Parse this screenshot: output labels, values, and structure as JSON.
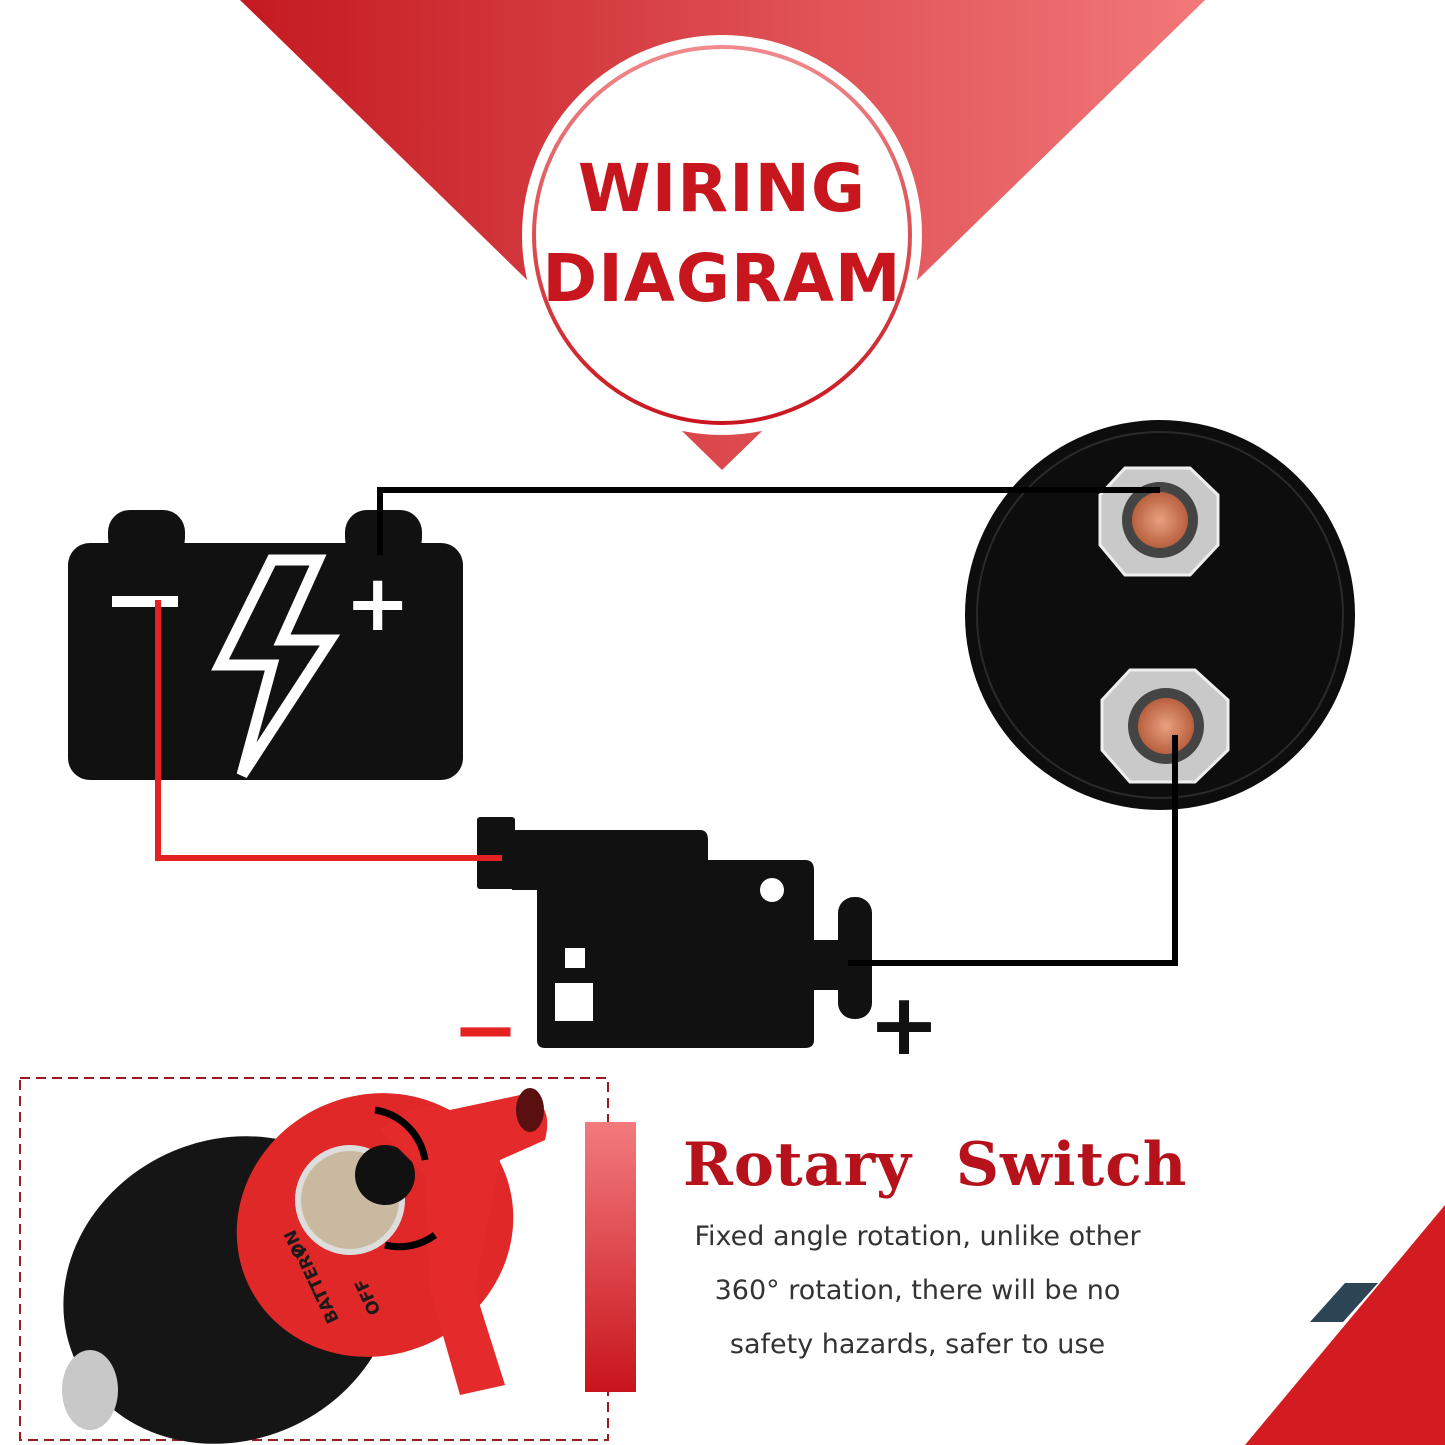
{
  "header": {
    "title_line1": "WIRING",
    "title_line2": "DIAGRAM"
  },
  "diagram": {
    "battery_minus": "−",
    "battery_plus": "+",
    "switch_minus": "−",
    "switch_plus": "+",
    "wire_colors": {
      "negative": "#e52222",
      "positive": "#000000"
    }
  },
  "feature": {
    "title": "Rotary  Switch",
    "description": [
      "Fixed angle rotation, unlike other",
      "360° rotation, there will be no",
      "safety hazards, safer to use"
    ],
    "product_photo_labels": [
      "BATTERY",
      "ON",
      "OFF"
    ]
  },
  "colors": {
    "accent": "#c8161e",
    "dark": "#111111"
  }
}
